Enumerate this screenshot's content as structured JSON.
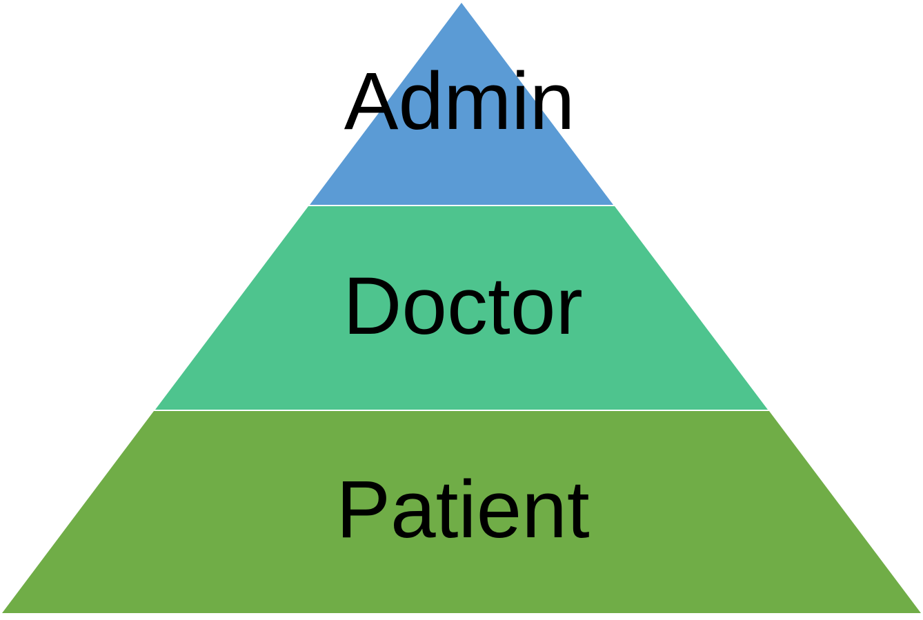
{
  "pyramid": {
    "tiers": [
      {
        "label": "Admin",
        "color": "#5B9BD5"
      },
      {
        "label": "Doctor",
        "color": "#4EC48E"
      },
      {
        "label": "Patient",
        "color": "#70AD47"
      }
    ]
  }
}
